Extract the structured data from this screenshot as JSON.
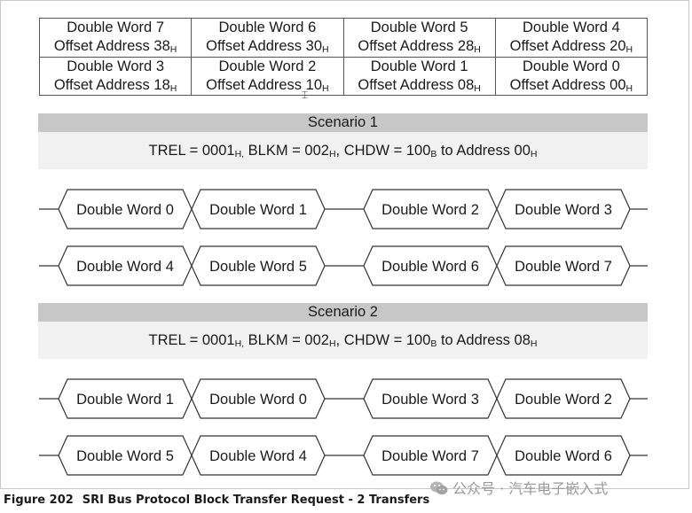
{
  "address_table": [
    [
      {
        "word": "Double Word 7",
        "offset": "Offset Address 38",
        "unit": "H"
      },
      {
        "word": "Double Word 6",
        "offset": "Offset Address 30",
        "unit": "H"
      },
      {
        "word": "Double Word 5",
        "offset": "Offset Address 28",
        "unit": "H"
      },
      {
        "word": "Double Word 4",
        "offset": "Offset Address 20",
        "unit": "H"
      }
    ],
    [
      {
        "word": "Double Word 3",
        "offset": "Offset Address 18",
        "unit": "H"
      },
      {
        "word": "Double Word 2",
        "offset": "Offset Address 10",
        "unit": "H"
      },
      {
        "word": "Double Word 1",
        "offset": "Offset Address 08",
        "unit": "H"
      },
      {
        "word": "Double Word 0",
        "offset": "Offset Address 00",
        "unit": "H"
      }
    ]
  ],
  "scenarios": [
    {
      "title": "Scenario 1",
      "params": [
        {
          "t": "TREL = 0001"
        },
        {
          "s": "H,"
        },
        {
          "t": " BLKM = 002"
        },
        {
          "s": "H"
        },
        {
          "t": ", CHDW = 100"
        },
        {
          "s": "B"
        },
        {
          "t": " to Address 00"
        },
        {
          "s": "H"
        }
      ],
      "rows": [
        [
          "Double Word 0",
          "Double Word 1",
          "Double Word 2",
          "Double Word 3"
        ],
        [
          "Double Word 4",
          "Double Word 5",
          "Double Word 6",
          "Double Word 7"
        ]
      ]
    },
    {
      "title": "Scenario 2",
      "params": [
        {
          "t": "TREL = 0001"
        },
        {
          "s": "H,"
        },
        {
          "t": " BLKM = 002"
        },
        {
          "s": "H"
        },
        {
          "t": ", CHDW = 100"
        },
        {
          "s": "B"
        },
        {
          "t": " to Address 08"
        },
        {
          "s": "H"
        }
      ],
      "rows": [
        [
          "Double Word 1",
          "Double Word 0",
          "Double Word 3",
          "Double Word 2"
        ],
        [
          "Double Word 5",
          "Double Word 4",
          "Double Word 7",
          "Double Word 6"
        ]
      ]
    }
  ],
  "caption": {
    "number": "Figure 202",
    "title": "SRI Bus Protocol Block Transfer Request - 2 Transfers"
  },
  "watermark": "公众号 · 汽车电子嵌入式",
  "cursor_glyph": "⌶"
}
